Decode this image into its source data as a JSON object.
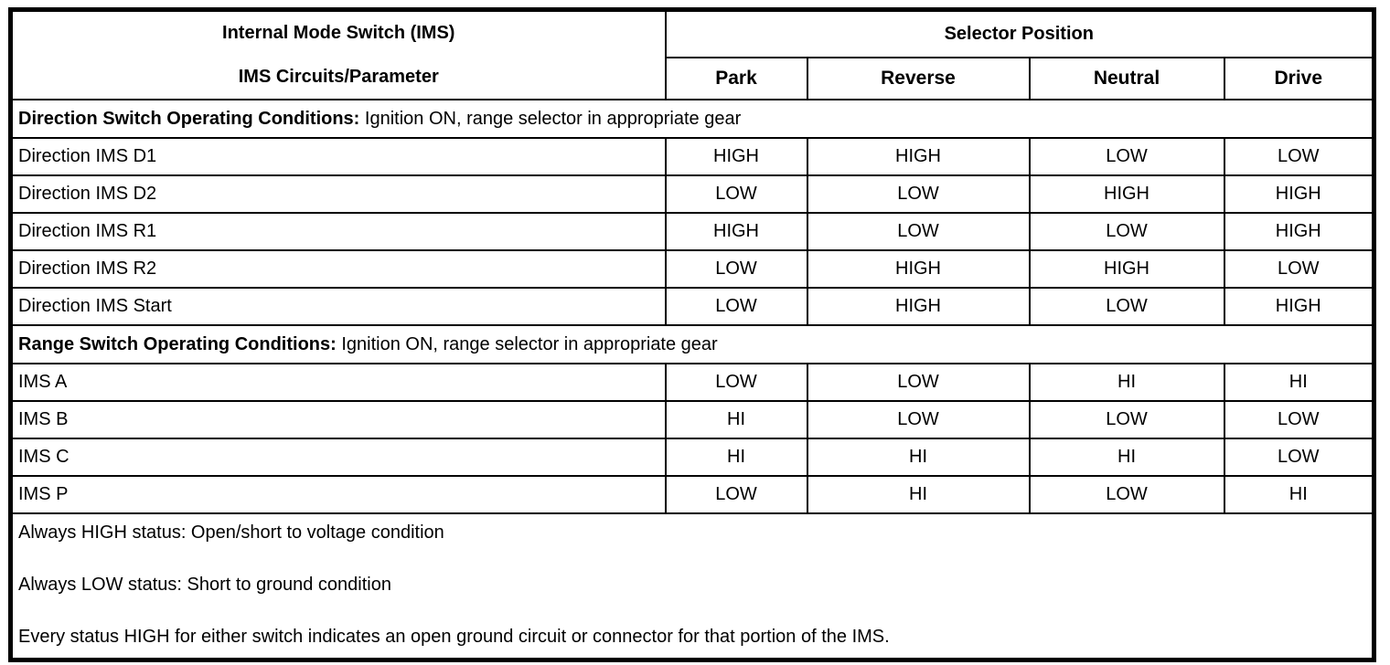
{
  "table": {
    "header": {
      "left_title": "Internal Mode Switch (IMS)",
      "left_subtitle": "IMS Circuits/Parameter",
      "selector_title": "Selector Position",
      "columns": [
        "Park",
        "Reverse",
        "Neutral",
        "Drive"
      ]
    },
    "sections": [
      {
        "title_bold": "Direction Switch Operating Conditions:",
        "title_rest": " Ignition ON, range selector in appropriate gear",
        "rows": [
          {
            "label": "Direction IMS D1",
            "values": [
              "HIGH",
              "HIGH",
              "LOW",
              "LOW"
            ]
          },
          {
            "label": "Direction IMS D2",
            "values": [
              "LOW",
              "LOW",
              "HIGH",
              "HIGH"
            ]
          },
          {
            "label": "Direction IMS R1",
            "values": [
              "HIGH",
              "LOW",
              "LOW",
              "HIGH"
            ]
          },
          {
            "label": "Direction IMS R2",
            "values": [
              "LOW",
              "HIGH",
              "HIGH",
              "LOW"
            ]
          },
          {
            "label": "Direction IMS Start",
            "values": [
              "LOW",
              "HIGH",
              "LOW",
              "HIGH"
            ]
          }
        ]
      },
      {
        "title_bold": "Range Switch Operating Conditions:",
        "title_rest": " Ignition ON, range selector in appropriate gear",
        "rows": [
          {
            "label": "IMS A",
            "values": [
              "LOW",
              "LOW",
              "HI",
              "HI"
            ]
          },
          {
            "label": "IMS B",
            "values": [
              "HI",
              "LOW",
              "LOW",
              "LOW"
            ]
          },
          {
            "label": "IMS C",
            "values": [
              "HI",
              "HI",
              "HI",
              "LOW"
            ]
          },
          {
            "label": "IMS P",
            "values": [
              "LOW",
              "HI",
              "LOW",
              "HI"
            ]
          }
        ]
      }
    ],
    "footnotes": [
      "Always HIGH status: Open/short to voltage condition",
      "Always LOW status: Short to ground condition",
      "Every status HIGH for either switch indicates an open ground circuit or connector for that portion of the IMS."
    ]
  },
  "colors": {
    "background": "#ffffff",
    "border": "#000000",
    "text": "#000000"
  }
}
